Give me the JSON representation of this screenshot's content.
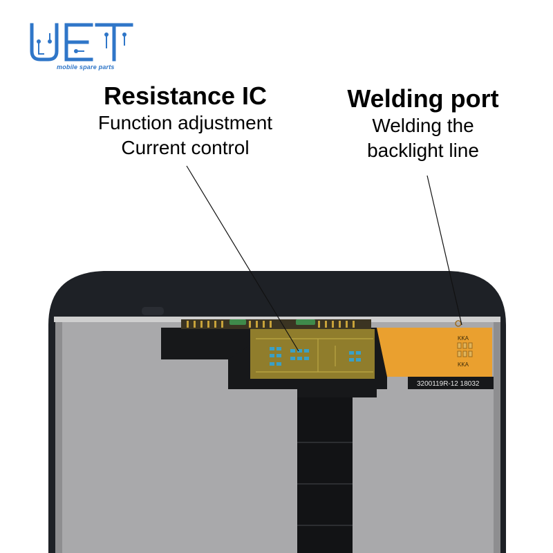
{
  "logo": {
    "letters": "UET",
    "tagline": "mobile spare parts",
    "color": "#2f76c8"
  },
  "callouts": {
    "resistance_ic": {
      "title": "Resistance IC",
      "lines": [
        "Function adjustment",
        "Current control"
      ]
    },
    "welding_port": {
      "title": "Welding port",
      "lines": [
        "Welding the",
        "backlight line"
      ]
    }
  },
  "flex_cable": {
    "marking": "3200119R-12 18032",
    "pad_labels_top": "KKA",
    "pad_labels_bottom": "KKA"
  },
  "colors": {
    "frame": "#1e2126",
    "screen": "#a9a9ab",
    "flex_orange": "#e69a2a",
    "flex_black": "#17181a"
  }
}
